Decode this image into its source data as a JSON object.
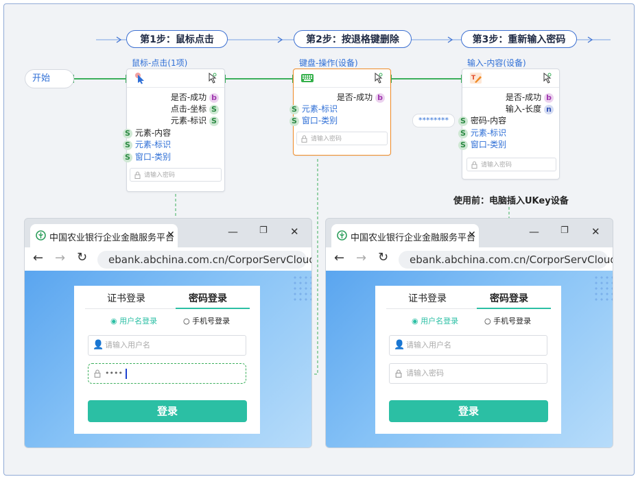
{
  "steps": [
    {
      "label": "第1步：鼠标点击"
    },
    {
      "label": "第2步：按退格键删除"
    },
    {
      "label": "第3步：重新输入密码"
    }
  ],
  "start": {
    "label": "开始"
  },
  "nodes": [
    {
      "title": "鼠标-点击(1项)",
      "outputs": [
        {
          "label": "是否-成功",
          "type": "b"
        },
        {
          "label": "点击-坐标",
          "type": "S"
        },
        {
          "label": "元素-标识",
          "type": "S"
        }
      ],
      "inputs": [
        {
          "label": "元素-内容",
          "type": "S"
        },
        {
          "label": "元素-标识",
          "type": "S"
        },
        {
          "label": "窗口-类别",
          "type": "S"
        }
      ],
      "placeholder": "请输入密码"
    },
    {
      "title": "键盘-操作(设备)",
      "outputs": [
        {
          "label": "是否-成功",
          "type": "b"
        }
      ],
      "inputs": [
        {
          "label": "元素-标识",
          "type": "S"
        },
        {
          "label": "窗口-类别",
          "type": "S"
        }
      ],
      "placeholder": "请输入密码"
    },
    {
      "title": "输入-内容(设备)",
      "outputs": [
        {
          "label": "是否-成功",
          "type": "b"
        },
        {
          "label": "输入-长度",
          "type": "n"
        }
      ],
      "inputs": [
        {
          "label": "密码-内容",
          "type": "S"
        },
        {
          "label": "元素-标识",
          "type": "S"
        },
        {
          "label": "窗口-类别",
          "type": "S"
        }
      ],
      "placeholder": "请输入密码"
    }
  ],
  "password_chip": "********",
  "note": "使用前：电脑插入UKey设备",
  "browsers": [
    {
      "tab_title": "中国农业银行企业金融服务平台",
      "url": "ebank.abchina.com.cn/CorporServCloud",
      "login": {
        "tab_cert": "证书登录",
        "tab_password": "密码登录",
        "radio_username": "用户名登录",
        "radio_phone": "手机号登录",
        "username_placeholder": "请输入用户名",
        "password_value": "••••",
        "login_button": "登录"
      }
    },
    {
      "tab_title": "中国农业银行企业金融服务平台",
      "url": "ebank.abchina.com.cn/CorporServCloud",
      "login": {
        "tab_cert": "证书登录",
        "tab_password": "密码登录",
        "radio_username": "用户名登录",
        "radio_phone": "手机号登录",
        "username_placeholder": "请输入用户名",
        "password_placeholder": "请输入密码",
        "login_button": "登录"
      }
    }
  ],
  "colors": {
    "accent": "#2bbfa4",
    "flow_line": "#3aae5a",
    "step_border": "#3b6fd1",
    "selected": "#f08a24"
  }
}
